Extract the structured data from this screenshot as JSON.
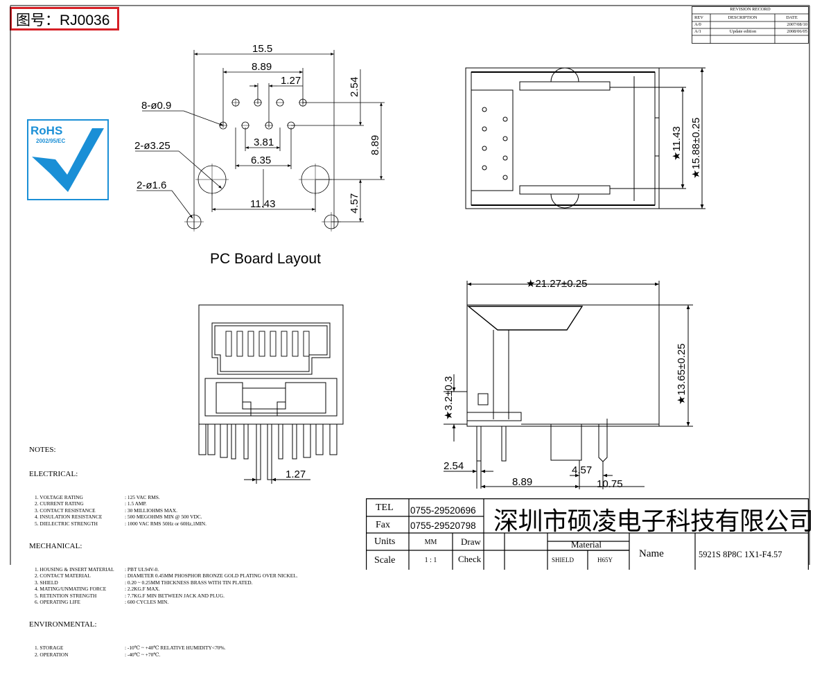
{
  "drawing_number": "图号：RJ0036",
  "rohs": {
    "title": "RoHS",
    "directive": "2002/95/EC"
  },
  "revision_record": {
    "title": "REVISION RECORD",
    "headers": [
      "REV",
      "DESCRIPTION",
      "DATE"
    ],
    "rows": [
      [
        "A/0",
        "",
        "2007/08/10"
      ],
      [
        "A/1",
        "Update edition",
        "2008/06/05"
      ]
    ]
  },
  "pcb_layout": {
    "label": "PC Board Layout",
    "dims": {
      "overall_width": "15.5",
      "outer_pitch": "8.89",
      "pin_pitch": "1.27",
      "row_offset": "2.54",
      "pin_hole": "8-ø0.9",
      "mount_hole": "2-ø3.25",
      "shield_hole": "2-ø1.6",
      "inner_pitch": "3.81",
      "row_span": "6.35",
      "mount_span": "11.43",
      "vertical_span": "8.89",
      "shield_offset": "4.57"
    }
  },
  "top_view": {
    "dim_inner": "★11.43",
    "dim_outer": "★15.88±0.25"
  },
  "side_view": {
    "length": "★21.27±0.25",
    "height": "★13.65±0.25",
    "pin_height": "★3.2±0.3",
    "d1": "2.54",
    "d2": "8.89",
    "d3": "4.57",
    "d4": "10.75"
  },
  "front_view": {
    "pitch": "1.27"
  },
  "notes": {
    "title": "NOTES:",
    "electrical_title": "ELECTRICAL:",
    "electrical": [
      [
        "1. VOLTAGE RATING",
        ": 125 VAC RMS."
      ],
      [
        "2. CURRENT RATING",
        ": 1.5 AMP."
      ],
      [
        "3. CONTACT RESISTANCE",
        ": 30 MILLIOHMS MAX."
      ],
      [
        "4. INSULATION RESISTANCE",
        ": 500 MEGOHMS MIN @ 500 VDC."
      ],
      [
        "5. DIELECTRIC STRENGTH",
        ": 1000 VAC RMS 50Hz or 60Hz,1MIN."
      ]
    ],
    "mechanical_title": "MECHANICAL:",
    "mechanical": [
      [
        "1. HOUSING & INSERT MATERIAL",
        ": PBT UL94V-0."
      ],
      [
        "2. CONTACT MATERIAL",
        ": DIAMETER 0.45MM PHOSPHOR BRONZE GOLD PLATING OVER NICKEL."
      ],
      [
        "3. SHIELD",
        ": 0.20 ~ 0.25MM THICKNESS BRASS WITH TIN PLATED."
      ],
      [
        "4. MATING/UNMATING FORCE",
        ": 2.2KG.F MAX."
      ],
      [
        "5. RETENTION STRENGTH",
        ": 7.7KG.F MIN BETWEEN JACK AND PLUG."
      ],
      [
        "6. OPERATING LIFE",
        ": 600 CYCLES MIN."
      ]
    ],
    "environmental_title": "ENVIRONMENTAL:",
    "environmental": [
      [
        "1. STORAGE",
        ": -10℃ ~ +40℃ RELATIVE HUMIDITY<70%."
      ],
      [
        "2. OPERATION",
        ": -40℃ ~ +70℃."
      ]
    ]
  },
  "title_block": {
    "tel_label": "TEL",
    "tel": "0755-29520696",
    "fax_label": "Fax",
    "fax": "0755-29520798",
    "company": "深圳市硕凌电子科技有限公司",
    "units_label": "Units",
    "units": "MM",
    "draw_label": "Draw",
    "material_label": "Material",
    "scale_label": "Scale",
    "scale": "1 : 1",
    "check_label": "Check",
    "shield_label": "SHIELD",
    "shield_material": "H65Y",
    "name_label": "Name",
    "part_name": "5921S 8P8C 1X1-F4.57"
  }
}
